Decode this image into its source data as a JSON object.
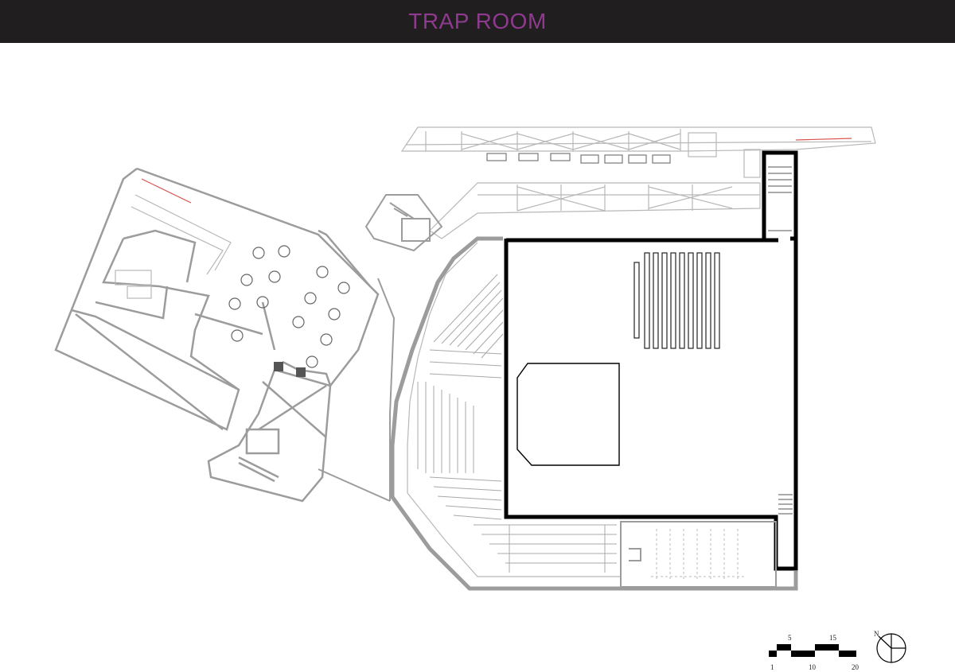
{
  "header": {
    "title": "TRAP ROOM",
    "title_color": "#8e3a8e",
    "background": "#201e1f"
  },
  "scale_bar": {
    "top_labels": [
      "5",
      "15"
    ],
    "bottom_labels": [
      "1",
      "10",
      "20"
    ]
  },
  "north_arrow": {
    "label": "N"
  },
  "colors": {
    "wall_heavy": "#000000",
    "wall_grey": "#9c9c9c",
    "line_light": "#b8b8b8",
    "accent_red": "#d9534f"
  }
}
